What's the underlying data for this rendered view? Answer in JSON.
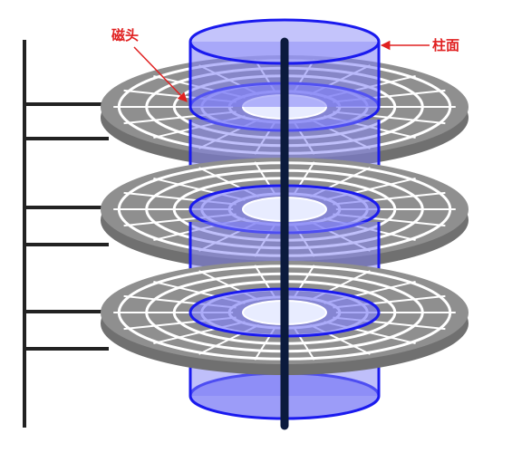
{
  "labels": {
    "head": "磁头",
    "cylinder": "柱面"
  },
  "colors": {
    "platter": "#8f8f8f",
    "platter_edge": "#707070",
    "cylinder_stroke": "#1a1aee",
    "cylinder_fill": "#7f7ff6",
    "cylinder_top_fill": "#9c9cf8",
    "spindle": "#0b1a3d",
    "arm": "#222222",
    "label": "#e02020"
  },
  "structure": {
    "platter_count": 3,
    "track_rings": 5,
    "sector_spokes": 18
  }
}
